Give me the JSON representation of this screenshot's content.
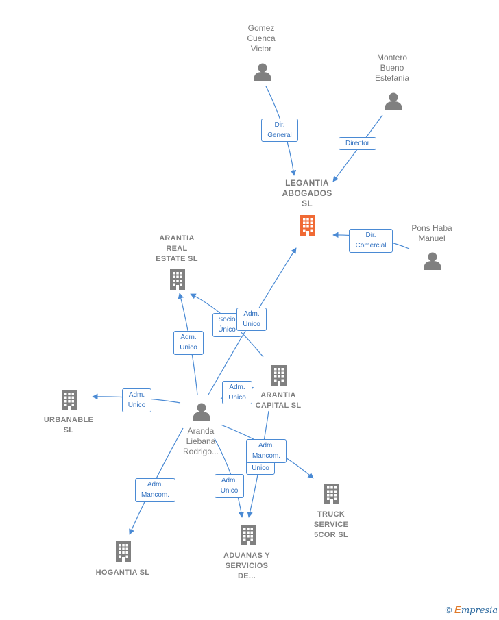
{
  "colors": {
    "person": "#808080",
    "building": "#808080",
    "main_building": "#f06a35",
    "edge": "#4a8ad4"
  },
  "nodes": {
    "gomez": {
      "label": "Gomez\nCuenca\nVictor",
      "icon": "person-icon"
    },
    "montero": {
      "label": "Montero\nBueno\nEstefania",
      "icon": "person-icon"
    },
    "legantia": {
      "label": "LEGANTIA\nABOGADOS\nSL",
      "icon": "building-icon"
    },
    "pons": {
      "label": "Pons Haba\nManuel",
      "icon": "person-icon"
    },
    "arantia_real": {
      "label": "ARANTIA\nREAL\nESTATE  SL",
      "icon": "building-icon"
    },
    "arantia_capital": {
      "label": "ARANTIA\nCAPITAL  SL",
      "icon": "building-icon"
    },
    "urbanable": {
      "label": "URBANABLE\nSL",
      "icon": "building-icon"
    },
    "aranda": {
      "label": "Aranda\nLiebana\nRodrigo...",
      "icon": "person-icon"
    },
    "truck": {
      "label": "TRUCK\nSERVICE\n5COR  SL",
      "icon": "building-icon"
    },
    "aduanas": {
      "label": "ADUANAS Y\nSERVICIOS\nDE...",
      "icon": "building-icon"
    },
    "hogantia": {
      "label": "HOGANTIA  SL",
      "icon": "building-icon"
    }
  },
  "edges": {
    "gomez_legantia": "Dir.\nGeneral",
    "montero_legantia": "Director",
    "pons_legantia": "Dir.\nComercial",
    "capital_real": "Socio\nÚnico",
    "aranda_legantia": "Adm.\nUnico",
    "aranda_real": "Adm.\nUnico",
    "aranda_urbanable": "Adm.\nUnico",
    "aranda_capital": "Adm.\nUnico",
    "aranda_truck": "Adm.\nMancom.",
    "capital_aduanas": "Único",
    "aranda_aduanas": "Adm.\nUnico",
    "aranda_hogantia": "Adm.\nMancom."
  },
  "footer": {
    "copyright": "©",
    "brand_first": "E",
    "brand_rest": "mpresia"
  }
}
